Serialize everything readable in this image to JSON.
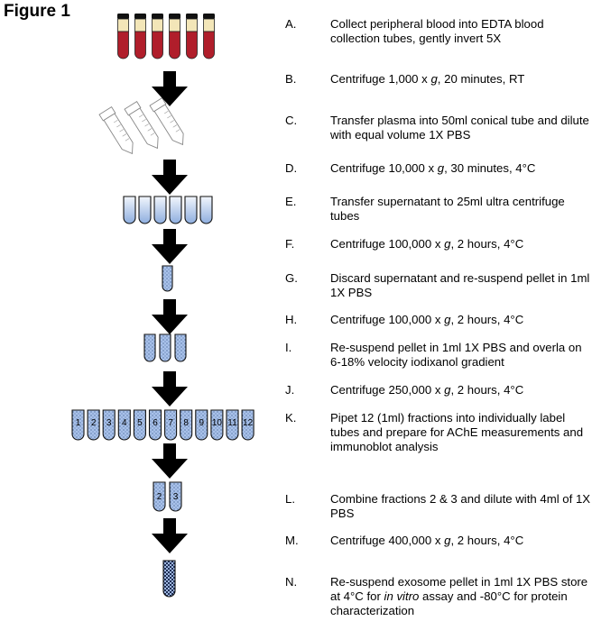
{
  "title": "Figure 1",
  "colors": {
    "blood": "#b01e2b",
    "plasma": "#f3e6b8",
    "tube_fill_light": "#e4ecf8",
    "tube_fill_mid": "#9db9e4",
    "arrow": "#000000"
  },
  "steps": [
    {
      "letter": "A.",
      "pre": "Collect peripheral blood into EDTA blood collection tubes, gently invert 5X",
      "ital": "",
      "post": ""
    },
    {
      "letter": "B.",
      "pre": "Centrifuge 1,000 x ",
      "ital": "g",
      "post": ", 20 minutes, RT"
    },
    {
      "letter": "C.",
      "pre": "Transfer plasma into 50ml conical tube and dilute with equal volume 1X PBS",
      "ital": "",
      "post": ""
    },
    {
      "letter": "D.",
      "pre": "Centrifuge 10,000 x ",
      "ital": "g",
      "post": ", 30 minutes, 4°C"
    },
    {
      "letter": "E.",
      "pre": "Transfer supernatant to 25ml ultra centrifuge tubes",
      "ital": "",
      "post": ""
    },
    {
      "letter": "F.",
      "pre": "Centrifuge 100,000 x ",
      "ital": "g",
      "post": ", 2 hours, 4°C"
    },
    {
      "letter": "G.",
      "pre": "Discard supernatant and re-suspend pellet in 1ml 1X PBS",
      "ital": "",
      "post": ""
    },
    {
      "letter": "H.",
      "pre": "Centrifuge 100,000 x ",
      "ital": "g",
      "post": ", 2 hours, 4°C"
    },
    {
      "letter": "I.",
      "pre": "Re-suspend pellet in 1ml 1X PBS and overla on 6-18% velocity iodixanol gradient",
      "ital": "",
      "post": ""
    },
    {
      "letter": "J.",
      "pre": "Centrifuge 250,000 x ",
      "ital": "g",
      "post": ", 2 hours, 4°C"
    },
    {
      "letter": "K.",
      "pre": "Pipet 12 (1ml) fractions into individually label tubes and prepare for AChE measurements and immunoblot analysis",
      "ital": "",
      "post": ""
    },
    {
      "letter": "L.",
      "pre": "Combine fractions 2 & 3 and dilute with 4ml of 1X PBS",
      "ital": "",
      "post": ""
    },
    {
      "letter": "M.",
      "pre": "Centrifuge 400,000 x ",
      "ital": "g",
      "post": ", 2 hours, 4°C"
    },
    {
      "letter": "N.",
      "pre": "Re-suspend exosome pellet in 1ml 1X PBS store at 4°C for ",
      "ital": "in vitro",
      "post": " assay and -80°C for protein characterization"
    }
  ],
  "fraction_labels": [
    "1",
    "2",
    "3",
    "4",
    "5",
    "6",
    "7",
    "8",
    "9",
    "10",
    "11",
    "12"
  ],
  "combined_labels": [
    "2",
    "3"
  ]
}
